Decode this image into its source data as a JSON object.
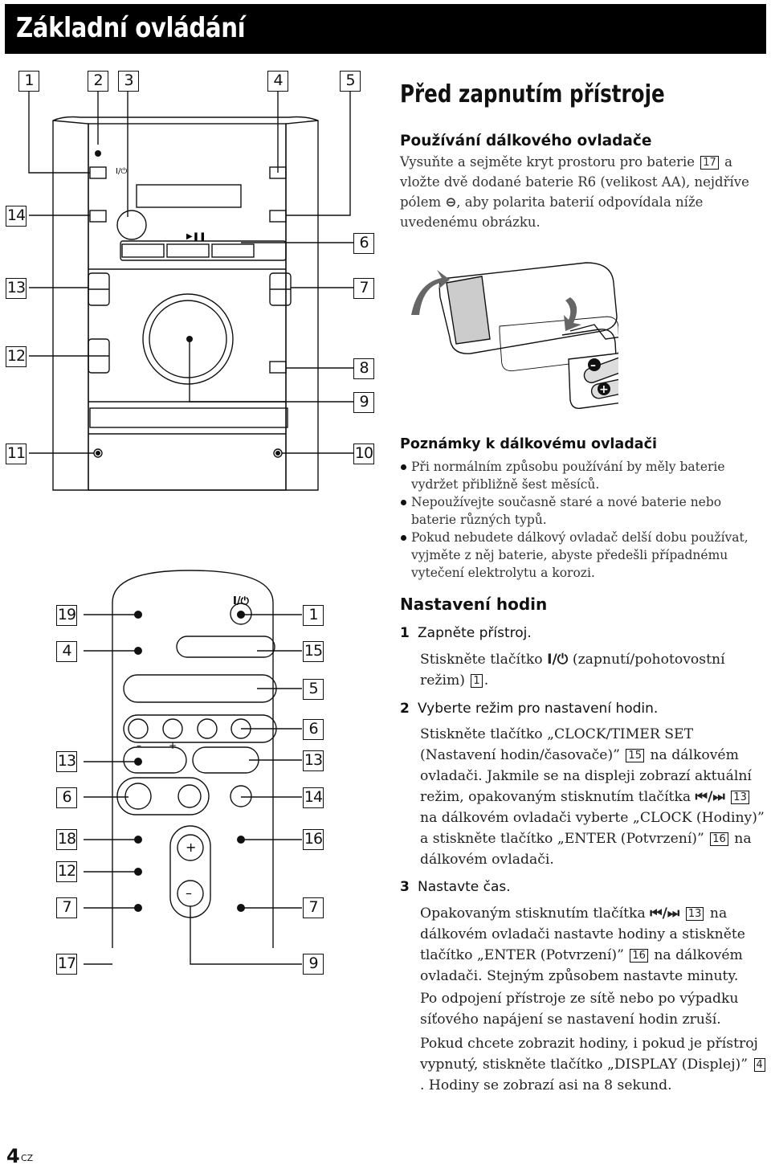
{
  "header": {
    "title": "Základní ovládání"
  },
  "unit_callouts": [
    {
      "id": "c1",
      "label": "1"
    },
    {
      "id": "c2",
      "label": "2"
    },
    {
      "id": "c3",
      "label": "3"
    },
    {
      "id": "c4",
      "label": "4"
    },
    {
      "id": "c5",
      "label": "5"
    },
    {
      "id": "c14",
      "label": "14"
    },
    {
      "id": "c6",
      "label": "6"
    },
    {
      "id": "c13",
      "label": "13"
    },
    {
      "id": "c7",
      "label": "7"
    },
    {
      "id": "c12",
      "label": "12"
    },
    {
      "id": "c8",
      "label": "8"
    },
    {
      "id": "c9",
      "label": "9"
    },
    {
      "id": "c11",
      "label": "11"
    },
    {
      "id": "c10",
      "label": "10"
    }
  ],
  "remote_callouts_left": [
    "19",
    "4",
    "13",
    "6",
    "18",
    "12",
    "7",
    "17"
  ],
  "remote_callouts_right": [
    "1",
    "15",
    "5",
    "6",
    "13",
    "14",
    "16",
    "7",
    "9"
  ],
  "unit_labels": {
    "power": "I/⏻",
    "play_pause": "▶❚❚"
  },
  "remote_labels": {
    "power": "I/⏻",
    "minus": "–",
    "plus": "+"
  },
  "before": {
    "title": "Před zapnutím přístroje",
    "remote_heading": "Používání dálkového ovladače",
    "remote_text_1": "Vysuňte a sejměte kryt prostoru pro baterie",
    "remote_ref_1": "17",
    "remote_text_2": "a vložte dvě dodané baterie R6 (velikost AA), nejdříve pólem",
    "remote_text_3": ", aby polarita baterií odpovídala níže uvedenému obrázku."
  },
  "notes": {
    "title": "Poznámky k dálkovému ovladači",
    "items": [
      "Při normálním způsobu používání by měly baterie vydržet přibližně šest měsíců.",
      "Nepoužívejte současně staré a nové baterie nebo baterie různých typů.",
      "Pokud nebudete dálkový ovladač delší dobu používat, vyjměte z něj baterie, abyste předešli případnému vytečení elektrolytu a korozi."
    ]
  },
  "clock": {
    "title": "Nastavení hodin",
    "step1_num": "1",
    "step1": "Zapněte přístroj.",
    "step1_a": "Stiskněte tlačítko",
    "step1_sym": "I/⏻",
    "step1_b": "(zapnutí/pohotovostní režim)",
    "step1_ref": "1",
    "step2_num": "2",
    "step2": "Vyberte režim pro nastavení hodin.",
    "step2_a": "Stiskněte tlačítko „CLOCK/TIMER SET (Nastavení hodin/časovače)”",
    "step2_ref1": "15",
    "step2_b": "na dálkovém ovladači. Jakmile se na displeji zobrazí aktuální režim, opakovaným stisknutím tlačítka",
    "step2_sym": "⏮/⏭",
    "step2_ref2": "13",
    "step2_c": "na dálkovém ovladači vyberte „CLOCK (Hodiny)” a stiskněte tlačítko „ENTER (Potvrzení)”",
    "step2_ref3": "16",
    "step2_d": "na dálkovém ovladači.",
    "step3_num": "3",
    "step3": "Nastavte čas.",
    "step3_a": "Opakovaným stisknutím tlačítka",
    "step3_sym": "⏮/⏭",
    "step3_ref1": "13",
    "step3_b": "na dálkovém ovladači nastavte hodiny a stiskněte tlačítko „ENTER (Potvrzení)”",
    "step3_ref2": "16",
    "step3_c": "na dálkovém ovladači. Stejným způsobem nastavte minuty.",
    "step3_p2": "Po odpojení přístroje ze sítě nebo po výpadku síťového napájení se nastavení hodin zruší.",
    "step3_p3a": "Pokud chcete zobrazit hodiny, i pokud je přístroj vypnutý, stiskněte tlačítko „DISPLAY (Displej)”",
    "step3_ref3": "4",
    "step3_p3b": ". Hodiny se zobrazí asi na 8 sekund."
  },
  "footer": {
    "page": "4",
    "lang": "CZ"
  }
}
